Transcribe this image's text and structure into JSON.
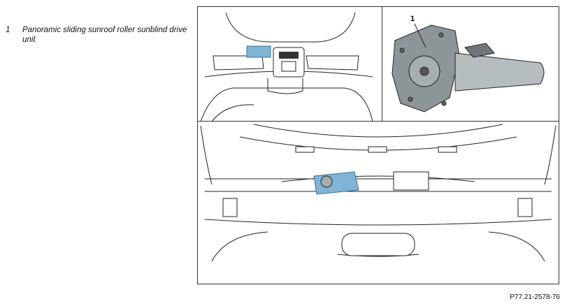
{
  "legend": [
    {
      "number": "1",
      "text": "Panoramic sliding sunroof roller sunblind drive unit"
    }
  ],
  "callout_label": "1",
  "figure_reference": "P77.21-2578-76",
  "colors": {
    "highlight": "#7fb4d6",
    "line": "#222222",
    "part_fill": "#9aa3a8"
  }
}
